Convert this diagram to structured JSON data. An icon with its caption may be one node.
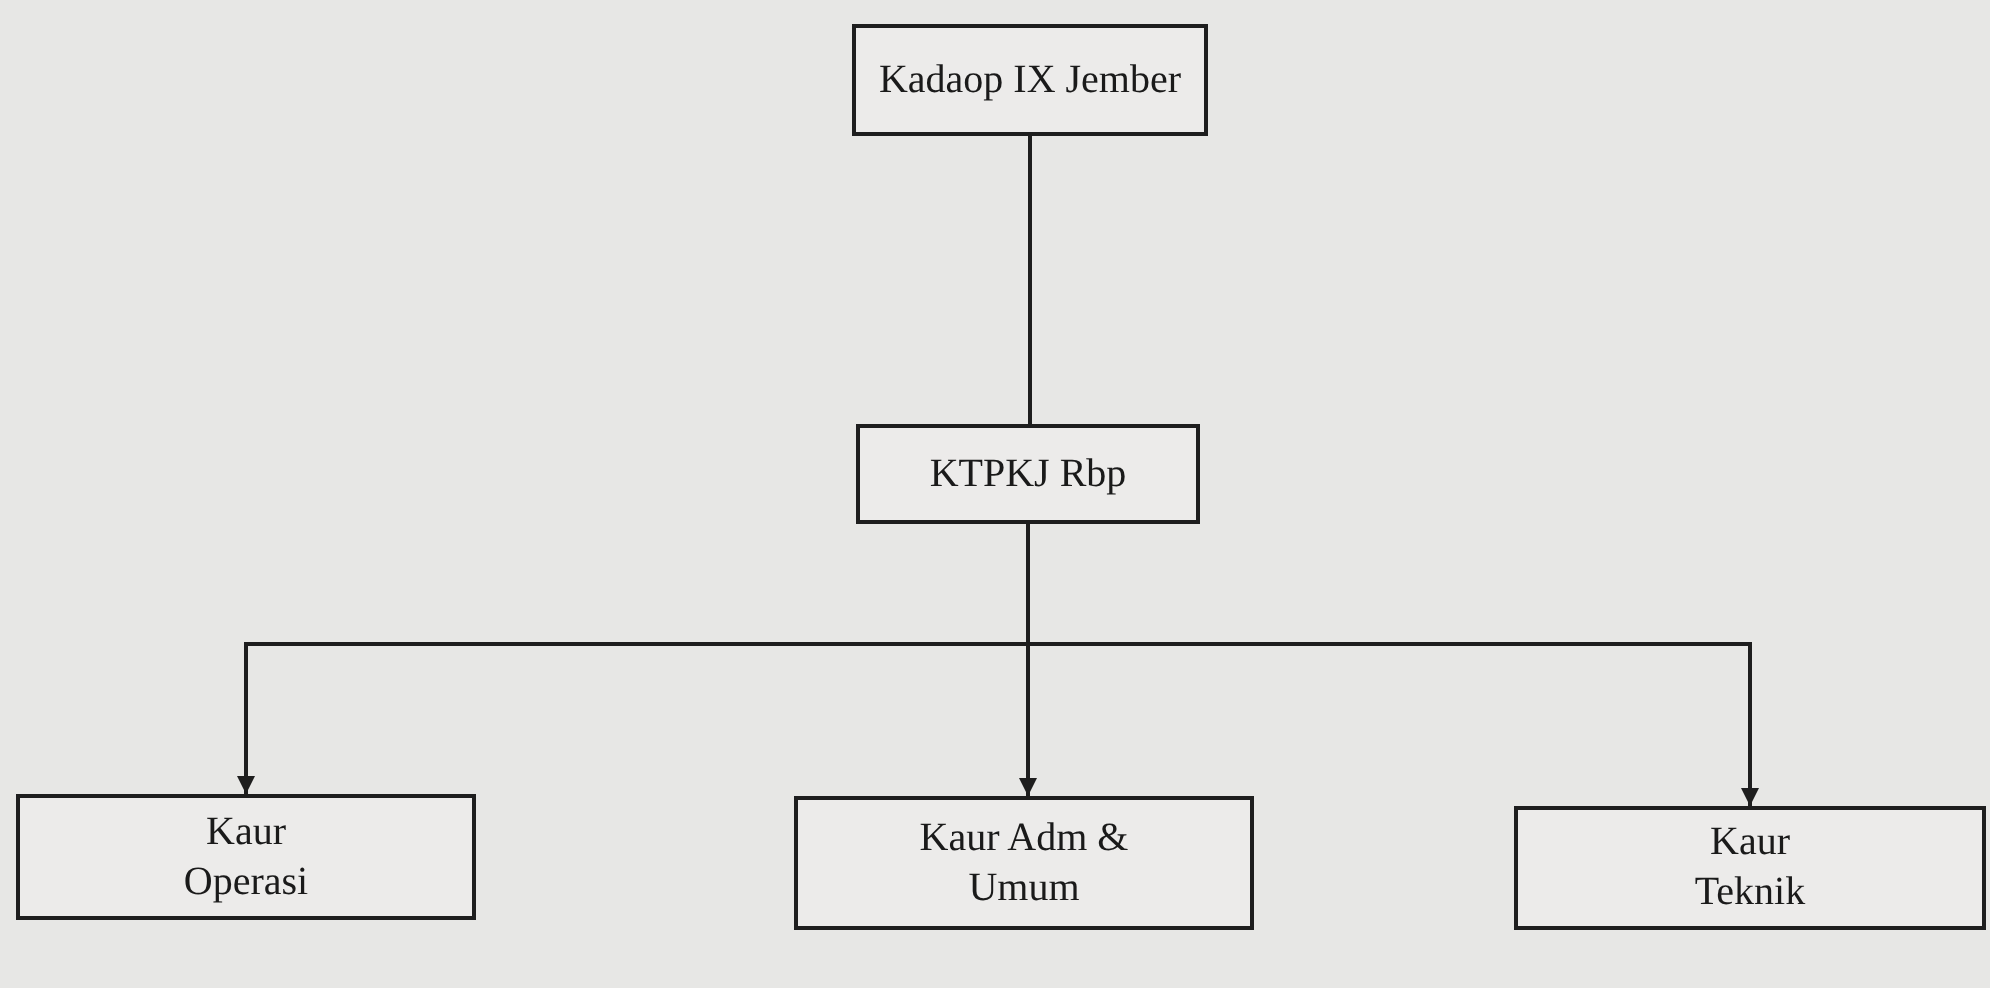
{
  "diagram": {
    "nodes": [
      {
        "text": [
          "Kadaop IX Jember"
        ]
      },
      {
        "text": [
          "KTPKJ Rbp"
        ]
      },
      {
        "text": [
          "Kaur Operasi"
        ]
      },
      {
        "text": [
          "Kaur Adm & Umum"
        ]
      },
      {
        "text": [
          "Kaur Teknik"
        ]
      }
    ],
    "edges": [
      {
        "from": 0,
        "to": 1,
        "arrow": "none"
      },
      {
        "from": 1,
        "to": 2,
        "arrow": "to"
      },
      {
        "from": 1,
        "to": 3,
        "arrow": "to"
      },
      {
        "from": 1,
        "to": 4,
        "arrow": "to"
      }
    ]
  }
}
